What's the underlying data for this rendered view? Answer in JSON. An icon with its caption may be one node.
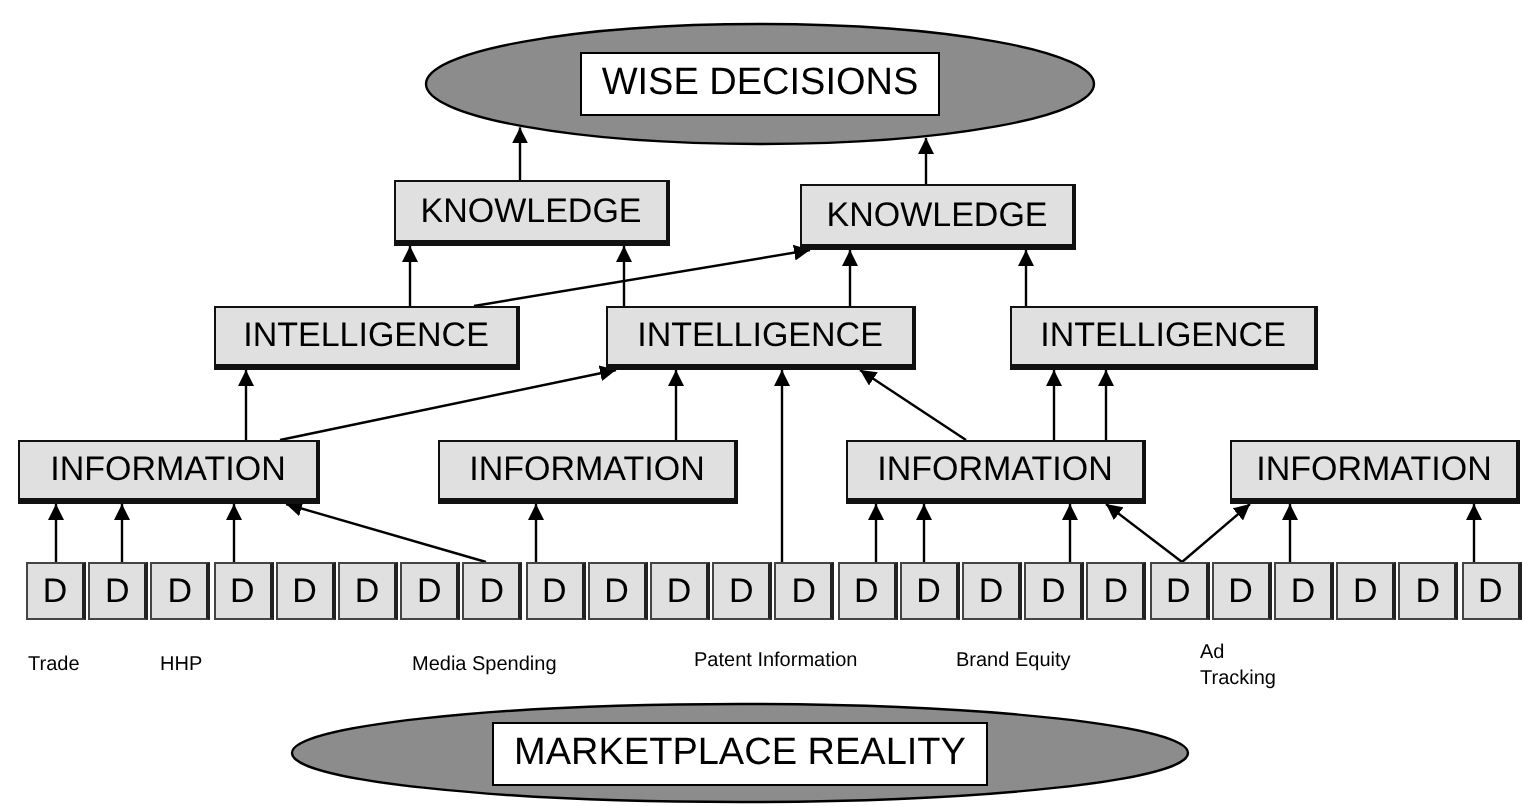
{
  "diagram": {
    "nodes": [
      {
        "text": [
          "WISE DECISIONS"
        ]
      },
      {
        "text": [
          "KNOWLEDGE"
        ]
      },
      {
        "text": [
          "KNOWLEDGE"
        ]
      },
      {
        "text": [
          "INTELLIGENCE"
        ]
      },
      {
        "text": [
          "INTELLIGENCE"
        ]
      },
      {
        "text": [
          "INTELLIGENCE"
        ]
      },
      {
        "text": [
          "INFORMATION"
        ]
      },
      {
        "text": [
          "INFORMATION"
        ]
      },
      {
        "text": [
          "INFORMATION"
        ]
      },
      {
        "text": [
          "INFORMATION"
        ]
      },
      {
        "text": [
          "D"
        ]
      },
      {
        "text": [
          "D"
        ]
      },
      {
        "text": [
          "D"
        ]
      },
      {
        "text": [
          "D"
        ]
      },
      {
        "text": [
          "D"
        ]
      },
      {
        "text": [
          "D"
        ]
      },
      {
        "text": [
          "D"
        ]
      },
      {
        "text": [
          "D"
        ]
      },
      {
        "text": [
          "D"
        ]
      },
      {
        "text": [
          "D"
        ]
      },
      {
        "text": [
          "D"
        ]
      },
      {
        "text": [
          "D"
        ]
      },
      {
        "text": [
          "D"
        ]
      },
      {
        "text": [
          "D"
        ]
      },
      {
        "text": [
          "D"
        ]
      },
      {
        "text": [
          "D"
        ]
      },
      {
        "text": [
          "D"
        ]
      },
      {
        "text": [
          "D"
        ]
      },
      {
        "text": [
          "D"
        ]
      },
      {
        "text": [
          "D"
        ]
      },
      {
        "text": [
          "D"
        ]
      },
      {
        "text": [
          "D"
        ]
      },
      {
        "text": [
          "D"
        ]
      },
      {
        "text": [
          "D"
        ]
      },
      {
        "text": [
          "MARKETPLACE REALITY"
        ]
      }
    ],
    "edges": [
      {
        "from": 1,
        "to": 0,
        "arrow": "to"
      },
      {
        "from": 2,
        "to": 0,
        "arrow": "to"
      },
      {
        "from": 3,
        "to": 1,
        "arrow": "to"
      },
      {
        "from": 4,
        "to": 1,
        "arrow": "to"
      },
      {
        "from": 3,
        "to": 2,
        "arrow": "to"
      },
      {
        "from": 4,
        "to": 2,
        "arrow": "to"
      },
      {
        "from": 5,
        "to": 2,
        "arrow": "to"
      },
      {
        "from": 6,
        "to": 3,
        "arrow": "to"
      },
      {
        "from": 6,
        "to": 4,
        "arrow": "to"
      },
      {
        "from": 7,
        "to": 4,
        "arrow": "to"
      },
      {
        "from": 22,
        "to": 4,
        "arrow": "to"
      },
      {
        "from": 8,
        "to": 4,
        "arrow": "to"
      },
      {
        "from": 8,
        "to": 5,
        "arrow": "to"
      },
      {
        "from": 8,
        "to": 5,
        "arrow": "to"
      },
      {
        "from": 10,
        "to": 6,
        "arrow": "to"
      },
      {
        "from": 11,
        "to": 6,
        "arrow": "to"
      },
      {
        "from": 13,
        "to": 6,
        "arrow": "to"
      },
      {
        "from": 17,
        "to": 6,
        "arrow": "to"
      },
      {
        "from": 18,
        "to": 7,
        "arrow": "to"
      },
      {
        "from": 23,
        "to": 8,
        "arrow": "to"
      },
      {
        "from": 24,
        "to": 8,
        "arrow": "to"
      },
      {
        "from": 26,
        "to": 8,
        "arrow": "to"
      },
      {
        "from": 28,
        "to": 8,
        "arrow": "to"
      },
      {
        "from": 28,
        "to": 9,
        "arrow": "to"
      },
      {
        "from": 30,
        "to": 9,
        "arrow": "to"
      },
      {
        "from": 33,
        "to": 9,
        "arrow": "to"
      }
    ],
    "labels": [
      "Trade",
      "HHP",
      "Media Spending",
      "Patent Information",
      "Brand Equity",
      "Ad Tracking"
    ]
  }
}
